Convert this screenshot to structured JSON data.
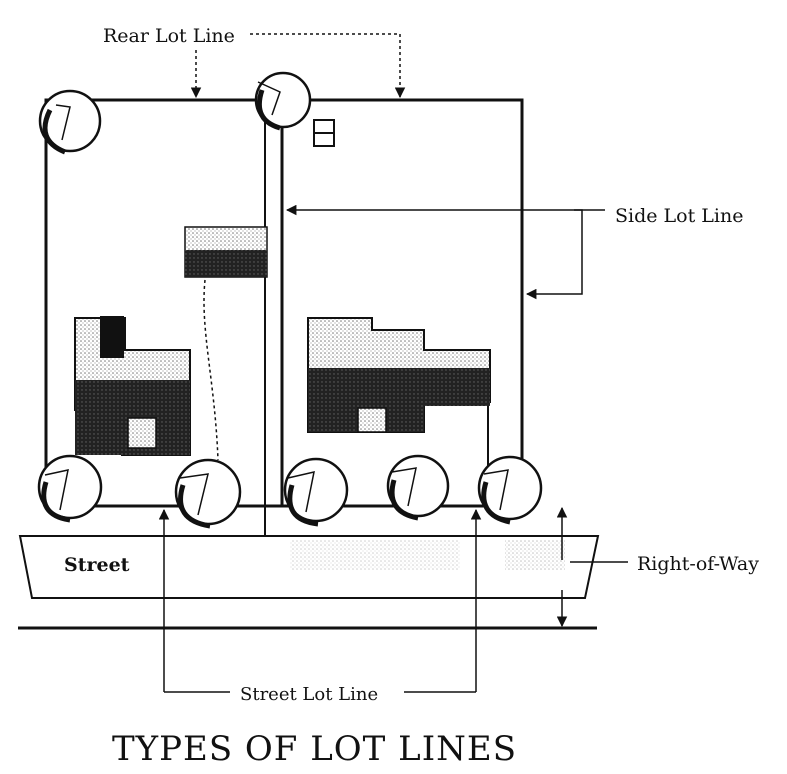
{
  "labels": {
    "rear_lot_line": "Rear Lot Line",
    "side_lot_line": "Side Lot Line",
    "right_of_way": "Right-of-Way",
    "street": "Street",
    "street_lot_line": "Street Lot Line",
    "title": "TYPES OF LOT LINES"
  },
  "colors": {
    "ink": "#111111",
    "paper": "#ffffff",
    "shade": "#444444"
  }
}
